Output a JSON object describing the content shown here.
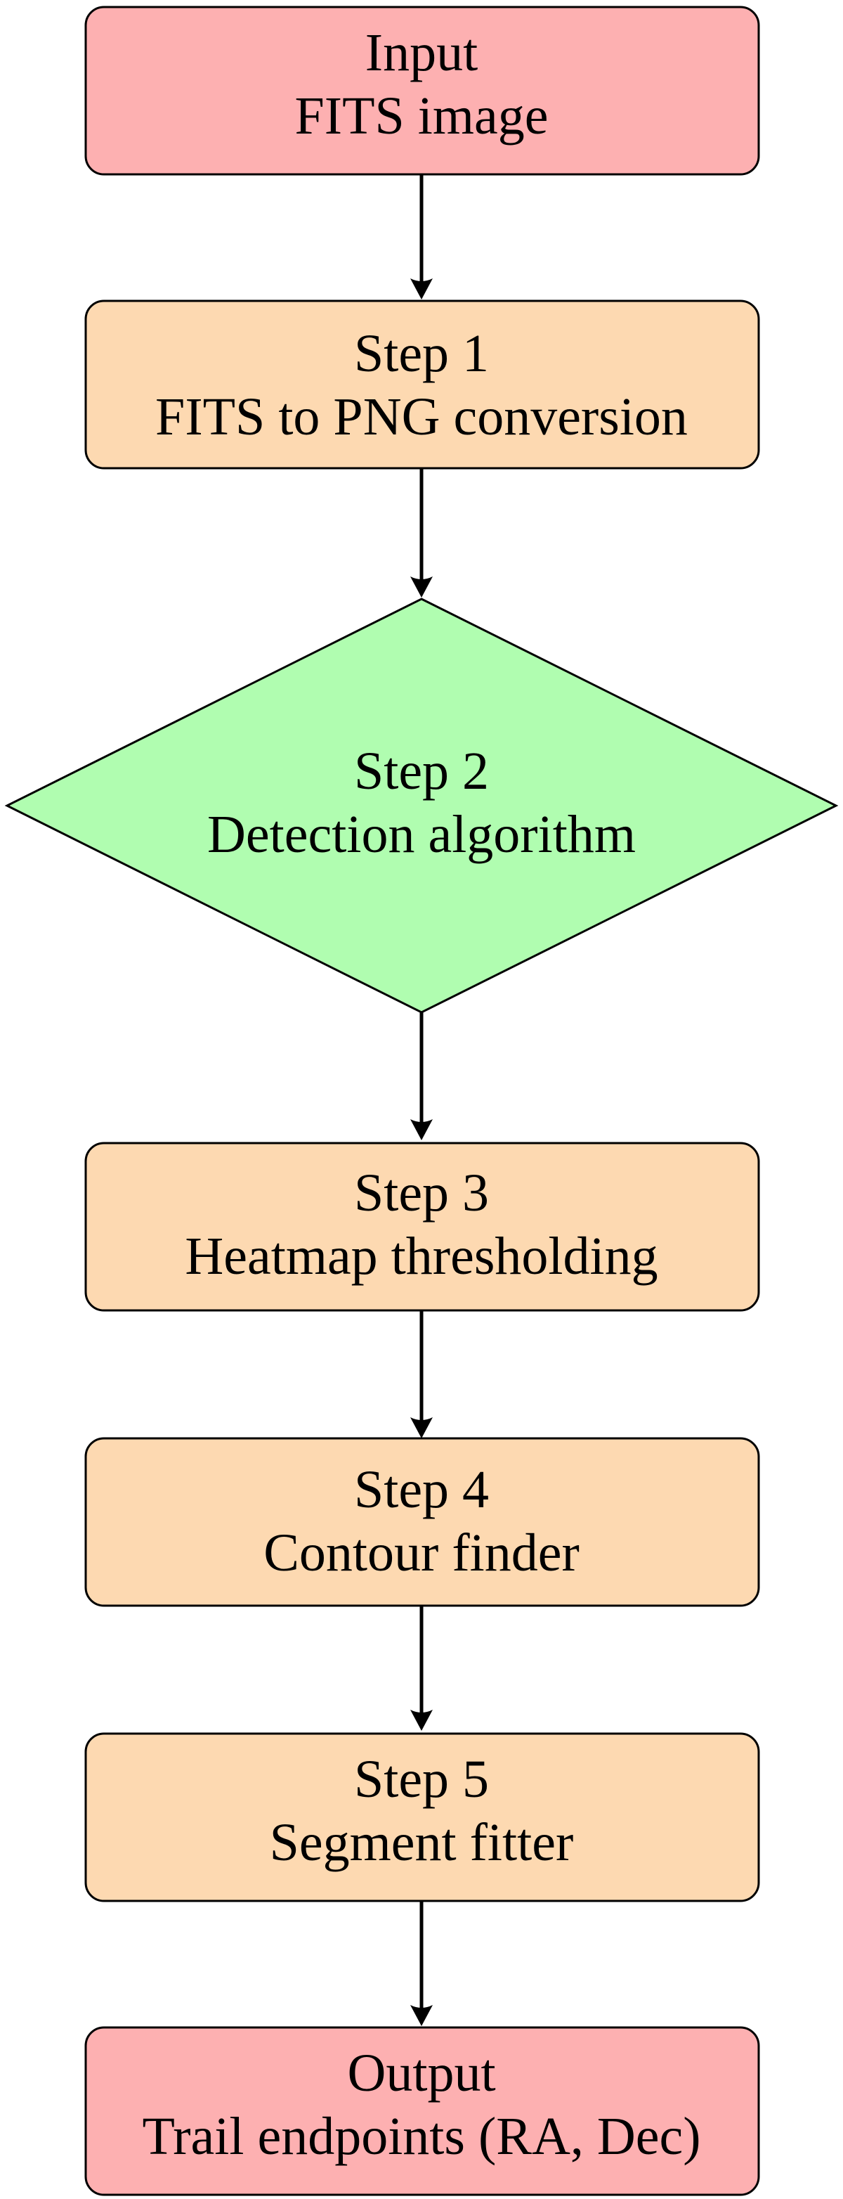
{
  "colors": {
    "terminal_fill": "#fdb0b1",
    "process_fill": "#fdd9b1",
    "decision_fill": "#b0fdb0",
    "stroke": "#000000",
    "background": "#ffffff"
  },
  "nodes": [
    {
      "id": "input",
      "shape": "rounded-rect",
      "kind": "terminal",
      "line1": "Input",
      "line2": "FITS image"
    },
    {
      "id": "step1",
      "shape": "rounded-rect",
      "kind": "process",
      "line1": "Step 1",
      "line2": "FITS to PNG conversion"
    },
    {
      "id": "step2",
      "shape": "diamond",
      "kind": "decision",
      "line1": "Step 2",
      "line2": "Detection algorithm"
    },
    {
      "id": "step3",
      "shape": "rounded-rect",
      "kind": "process",
      "line1": "Step 3",
      "line2": "Heatmap thresholding"
    },
    {
      "id": "step4",
      "shape": "rounded-rect",
      "kind": "process",
      "line1": "Step 4",
      "line2": "Contour finder"
    },
    {
      "id": "step5",
      "shape": "rounded-rect",
      "kind": "process",
      "line1": "Step 5",
      "line2": "Segment fitter"
    },
    {
      "id": "output",
      "shape": "rounded-rect",
      "kind": "terminal",
      "line1": "Output",
      "line2": "Trail endpoints (RA, Dec)"
    }
  ],
  "edges": [
    {
      "from": "input",
      "to": "step1"
    },
    {
      "from": "step1",
      "to": "step2"
    },
    {
      "from": "step2",
      "to": "step3"
    },
    {
      "from": "step3",
      "to": "step4"
    },
    {
      "from": "step4",
      "to": "step5"
    },
    {
      "from": "step5",
      "to": "output"
    }
  ]
}
